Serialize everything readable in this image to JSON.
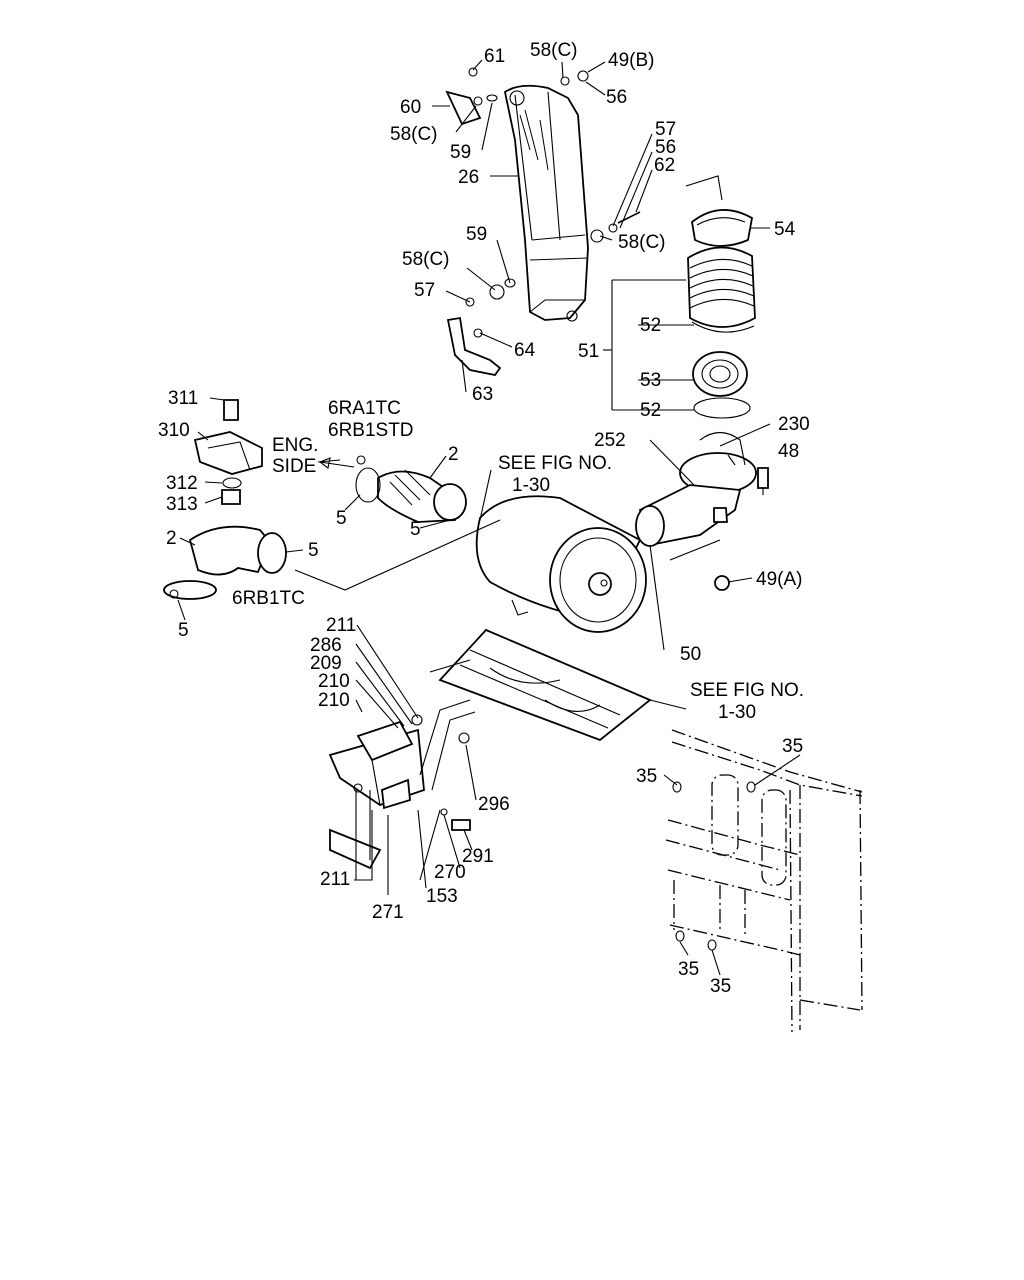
{
  "callouts": {
    "c61": "61",
    "c58c_top": "58(C)",
    "c49b": "49(B)",
    "c56_top": "56",
    "c60": "60",
    "c58c_left": "58(C)",
    "c59_top": "59",
    "c26": "26",
    "c57_r": "57",
    "c56_r": "56",
    "c62": "62",
    "c54": "54",
    "c59_mid": "59",
    "c58c_mid": "58(C)",
    "c58c_r": "58(C)",
    "c57_l": "57",
    "c64": "64",
    "c63": "63",
    "c52_top": "52",
    "c51": "51",
    "c53": "53",
    "c52_bot": "52",
    "c311": "311",
    "c310": "310",
    "c312": "312",
    "c313": "313",
    "c2_top": "2",
    "c5_a": "5",
    "c5_b": "5",
    "c2_left": "2",
    "c5_c": "5",
    "c5_d": "5",
    "c230": "230",
    "c252": "252",
    "c48": "48",
    "c49a": "49(A)",
    "c50": "50",
    "c211_top": "211",
    "c286": "286",
    "c209": "209",
    "c210_a": "210",
    "c210_b": "210",
    "c296": "296",
    "c291": "291",
    "c270": "270",
    "c211_bot": "211",
    "c271": "271",
    "c153": "153",
    "c35_a": "35",
    "c35_b": "35",
    "c35_c": "35",
    "c35_d": "35"
  },
  "labels": {
    "model_a": "6RA1TC",
    "model_b": "6RB1STD",
    "model_c": "6RB1TC",
    "eng_side_1": "ENG.",
    "eng_side_2": "SIDE",
    "see_fig_top_1": "SEE FIG NO.",
    "see_fig_top_2": "1-30",
    "see_fig_bot_1": "SEE FIG NO.",
    "see_fig_bot_2": "1-30"
  }
}
